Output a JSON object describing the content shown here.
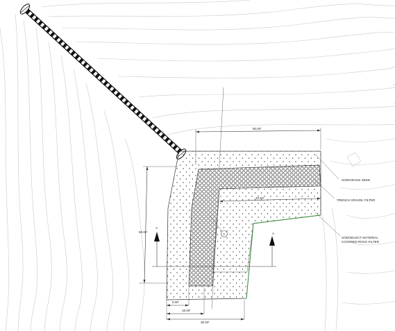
{
  "drawing": {
    "callouts": {
      "sod_grass_seed": "SOD/GRASS SEED",
      "trench_gravel_filter": "TRENCH GRAVEL FILTER",
      "sod_select_line1": "SOD/SELECT MATERIAL",
      "sod_select_line2": "COVERED ROCK FILTER"
    },
    "dimensions": {
      "top_width": "50.00'",
      "inner_trench_length": "42.83'",
      "left_height": "50.00'",
      "strip_width": "6.00'",
      "mid_width": "16.00'",
      "bottom_width": "30.00'"
    },
    "section_marks": {
      "left": "A",
      "right": "A"
    },
    "detail_tag": "1",
    "colors": {
      "contour": "#c9c9c9",
      "linework": "#333333",
      "property_line": "#2e8b2e",
      "pipe": "#111111"
    }
  }
}
